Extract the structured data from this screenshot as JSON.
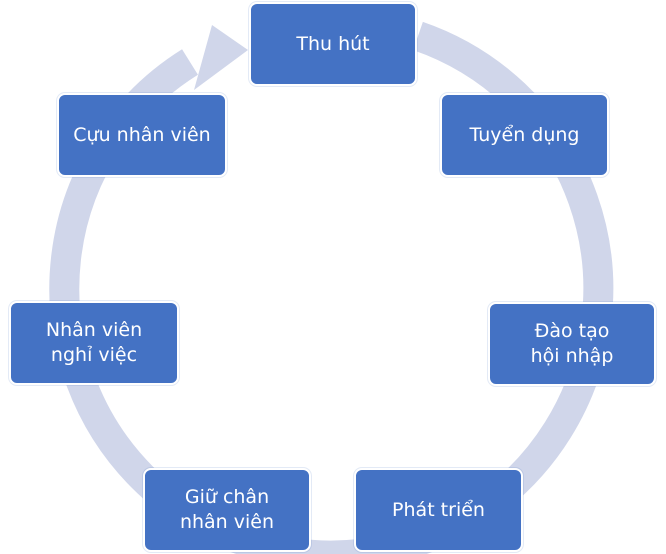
{
  "diagram": {
    "type": "cycle",
    "colors": {
      "node_fill": "#4472c4",
      "node_text": "#ffffff",
      "ring": "#d0d6ea"
    },
    "stages": [
      {
        "lines": [
          "Thu hút"
        ]
      },
      {
        "lines": [
          "Tuyển dụng"
        ]
      },
      {
        "lines": [
          "Đào tạo",
          "hội nhập"
        ]
      },
      {
        "lines": [
          "Phát triển"
        ]
      },
      {
        "lines": [
          "Giữ chân",
          "nhân viên"
        ]
      },
      {
        "lines": [
          "Nhân viên",
          "nghỉ việc"
        ]
      },
      {
        "lines": [
          "Cựu nhân viên"
        ]
      }
    ]
  }
}
